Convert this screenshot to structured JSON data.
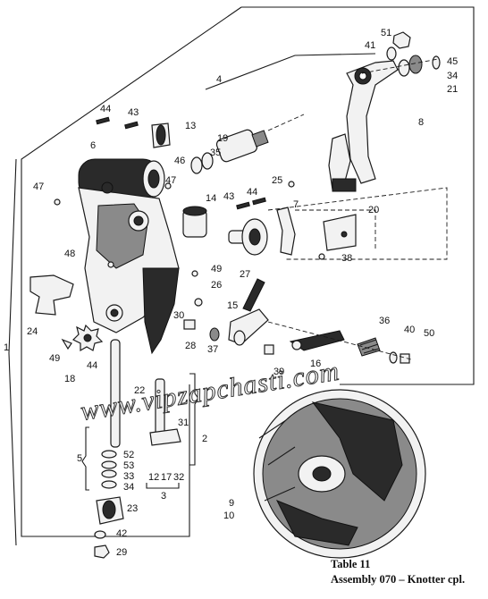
{
  "caption": {
    "line1": "Table 11",
    "line2": "Assembly 070 – Knotter cpl."
  },
  "watermark": "www.vipzapchasti.com",
  "callouts": [
    "51",
    "41",
    "45",
    "34",
    "21",
    "4",
    "8",
    "44",
    "43",
    "13",
    "6",
    "19",
    "35",
    "46",
    "25",
    "47",
    "14",
    "43",
    "44",
    "7",
    "20",
    "47",
    "38",
    "48",
    "49",
    "27",
    "26",
    "24",
    "30",
    "15",
    "1",
    "49",
    "44",
    "28",
    "37",
    "39",
    "36",
    "40",
    "50",
    "18",
    "16",
    "22",
    "31",
    "2",
    "5",
    "52",
    "53",
    "33",
    "34",
    "12",
    "17",
    "32",
    "3",
    "23",
    "9",
    "10",
    "42",
    "29"
  ]
}
